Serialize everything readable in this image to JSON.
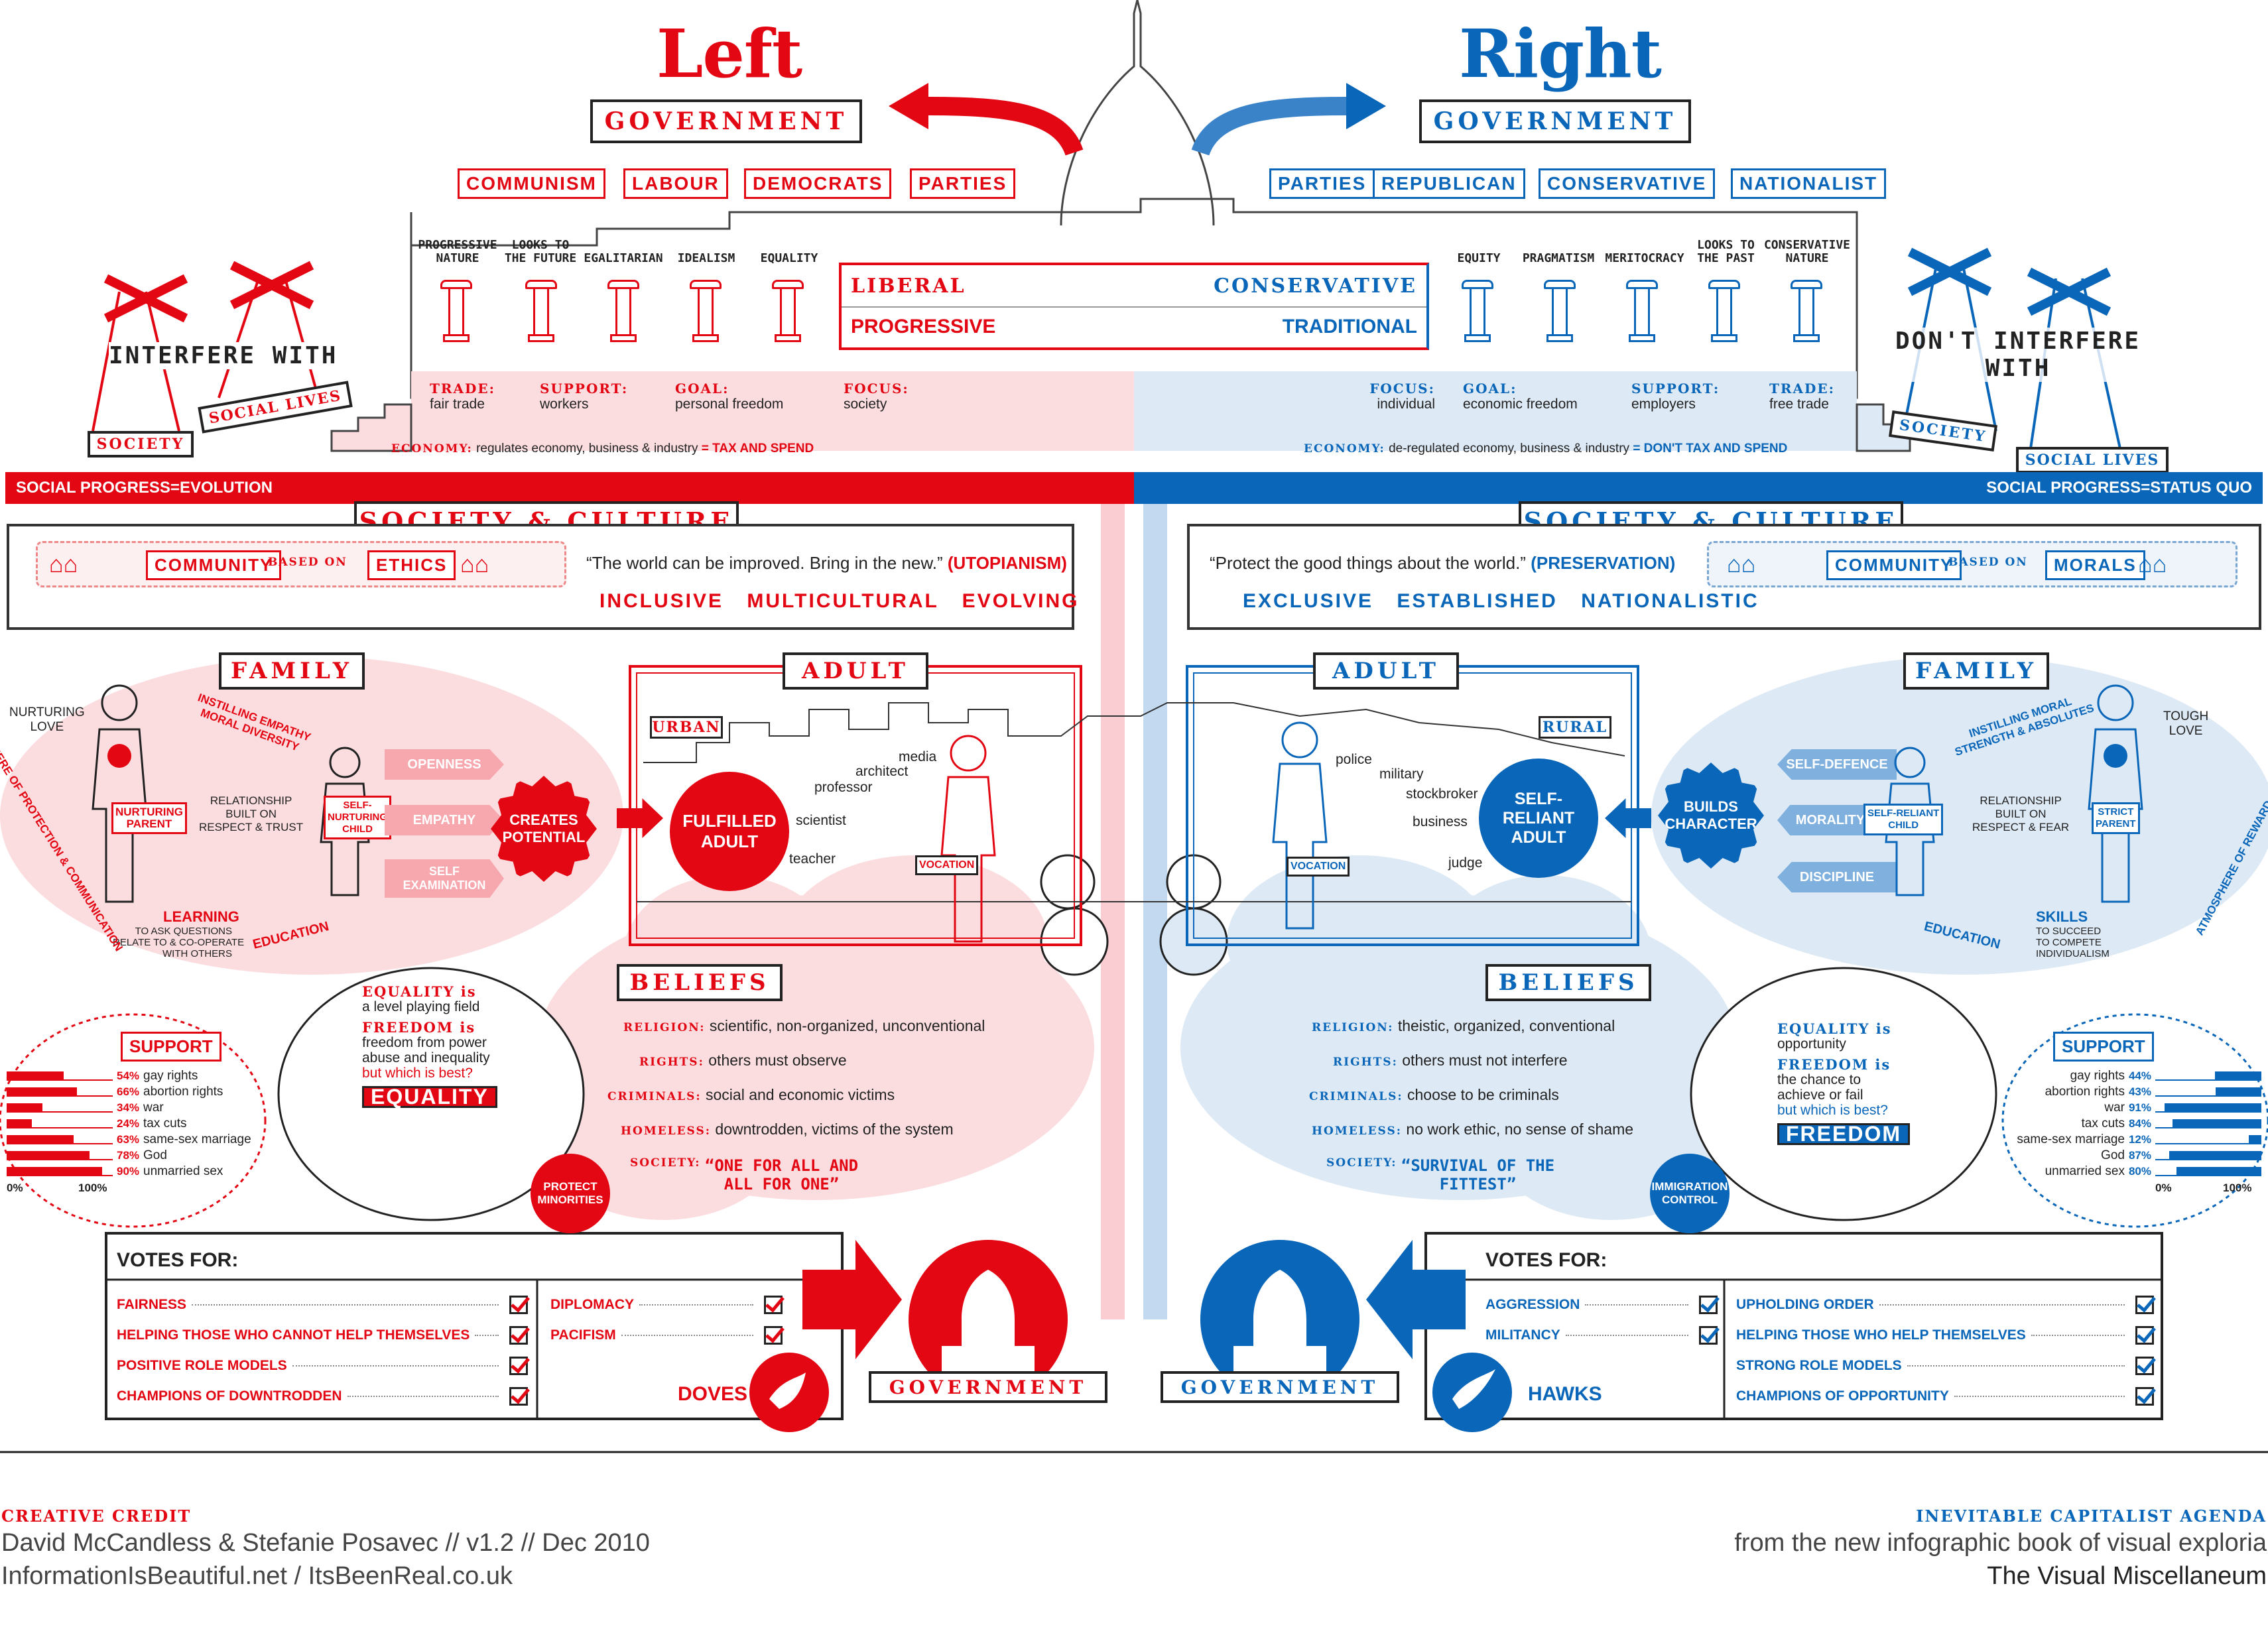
{
  "titles": {
    "left": "Left",
    "right": "Right"
  },
  "government_label": "GOVERNMENT",
  "left_parties": [
    "COMMUNISM",
    "LABOUR",
    "DEMOCRATS",
    "PARTIES"
  ],
  "right_parties": [
    "PARTIES",
    "REPUBLICAN",
    "CONSERVATIVE",
    "NATIONALIST"
  ],
  "left_pillars": [
    "PROGRESSIVE\nNATURE",
    "LOOKS TO\nTHE FUTURE",
    "EGALITARIAN",
    "IDEALISM",
    "EQUALITY"
  ],
  "right_pillars": [
    "EQUITY",
    "PRAGMATISM",
    "MERITOCRACY",
    "LOOKS TO\nTHE PAST",
    "CONSERVATIVE\nNATURE"
  ],
  "center": {
    "liberal": "LIBERAL",
    "conservative": "CONSERVATIVE",
    "progressive": "PROGRESSIVE",
    "traditional": "TRADITIONAL"
  },
  "left_info": [
    {
      "k": "TRADE:",
      "v": "fair trade"
    },
    {
      "k": "SUPPORT:",
      "v": "workers"
    },
    {
      "k": "GOAL:",
      "v": "personal freedom"
    },
    {
      "k": "FOCUS:",
      "v": "society"
    }
  ],
  "right_info": [
    {
      "k": "FOCUS:",
      "v": "individual"
    },
    {
      "k": "GOAL:",
      "v": "economic freedom"
    },
    {
      "k": "SUPPORT:",
      "v": "employers"
    },
    {
      "k": "TRADE:",
      "v": "free trade"
    }
  ],
  "economy": {
    "left_k": "ECONOMY:",
    "left_v": "regulates economy, business & industry",
    "left_h": "= TAX AND SPEND",
    "right_k": "ECONOMY:",
    "right_v": "de-regulated economy, business & industry",
    "right_h": "= DON'T TAX AND SPEND"
  },
  "interfere": {
    "left": "INTERFERE WITH",
    "left_soc": "SOCIETY",
    "left_lives": "SOCIAL LIVES",
    "right": "DON'T INTERFERE\nWITH",
    "right_soc": "SOCIETY",
    "right_lives": "SOCIAL LIVES"
  },
  "social_progress": {
    "left": "SOCIAL PROGRESS=EVOLUTION",
    "right": "SOCIAL PROGRESS=STATUS QUO"
  },
  "society_culture": "SOCIETY & CULTURE",
  "community_left": {
    "community": "COMMUNITY",
    "based": "BASED ON",
    "basis": "ETHICS",
    "quote": "“The world can be improved. Bring in the new.”",
    "quote_tag": "(UTOPIANISM)",
    "words": [
      "INCLUSIVE",
      "MULTICULTURAL",
      "EVOLVING"
    ]
  },
  "community_right": {
    "community": "COMMUNITY",
    "based": "BASED ON",
    "basis": "MORALS",
    "quote": "“Protect the good things about the world.”",
    "quote_tag": "(PRESERVATION)",
    "words": [
      "EXCLUSIVE",
      "ESTABLISHED",
      "NATIONALISTIC"
    ]
  },
  "family_label": "FAMILY",
  "adult_label": "ADULT",
  "beliefs_label": "BELIEFS",
  "family_left": {
    "love": "NURTURING\nLOVE",
    "parent": "NURTURING\nPARENT",
    "instill": "INSTILLING EMPATHY\nMORAL DIVERSITY",
    "relationship": "RELATIONSHIP\nBUILT ON\nRESPECT & TRUST",
    "child": "SELF-\nNURTURING\nCHILD",
    "traits": [
      "OPENNESS",
      "EMPATHY",
      "SELF\nEXAMINATION"
    ],
    "creates": "CREATES\nPOTENTIAL",
    "learning": "LEARNING",
    "learning_sub": "TO ASK QUESTIONS\nRELATE TO & CO-OPERATE\nWITH OTHERS",
    "education": "EDUCATION",
    "atmosphere": "ATMOSPHERE OF PROTECTION & COMMUNICATION"
  },
  "family_right": {
    "love": "TOUGH\nLOVE",
    "parent": "STRICT\nPARENT",
    "instill": "INSTILLING MORAL\nSTRENGTH & ABSOLUTES",
    "relationship": "RELATIONSHIP\nBUILT ON\nRESPECT & FEAR",
    "child": "SELF-RELIANT\nCHILD",
    "traits": [
      "SELF-DEFENCE",
      "MORALITY",
      "DISCIPLINE"
    ],
    "builds": "BUILDS\nCHARACTER",
    "skills": "SKILLS",
    "skills_sub": "TO SUCCEED\nTO COMPETE\nINDIVIDUALISM",
    "education": "EDUCATION",
    "atmosphere": "ATMOSPHERE OF REWARD & PUNISHMENT"
  },
  "adult_left": {
    "place": "URBAN",
    "fulfilled": "FULFILLED\nADULT",
    "jobs": [
      "media",
      "architect",
      "professor",
      "scientist",
      "teacher"
    ],
    "vocation": "VOCATION"
  },
  "adult_right": {
    "place": "RURAL",
    "self": "SELF-\nRELIANT\nADULT",
    "jobs": [
      "police",
      "military",
      "stockbroker",
      "business",
      "judge"
    ],
    "vocation": "VOCATION"
  },
  "beliefs_left": [
    {
      "k": "RELIGION:",
      "v": "scientific, non-organized, unconventional"
    },
    {
      "k": "RIGHTS:",
      "v": "others must observe"
    },
    {
      "k": "CRIMINALS:",
      "v": "social and economic victims"
    },
    {
      "k": "HOMELESS:",
      "v": "downtrodden, victims of the system"
    },
    {
      "k": "SOCIETY:",
      "v": "“ONE FOR ALL AND\nALL FOR ONE”"
    }
  ],
  "beliefs_right": [
    {
      "k": "RELIGION:",
      "v": "theistic, organized, conventional"
    },
    {
      "k": "RIGHTS:",
      "v": "others must not interfere"
    },
    {
      "k": "CRIMINALS:",
      "v": "choose to be criminals"
    },
    {
      "k": "HOMELESS:",
      "v": "no work ethic, no sense of shame"
    },
    {
      "k": "SOCIETY:",
      "v": "“SURVIVAL OF THE\nFITTEST”"
    }
  ],
  "equality_cloud": {
    "eq_k": "EQUALITY is",
    "eq_v": "a level playing field",
    "fr_k": "FREEDOM is",
    "fr_v": "freedom from power\nabuse and inequality",
    "q": "but which is best?",
    "answer": "EQUALITY"
  },
  "freedom_cloud": {
    "eq_k": "EQUALITY is",
    "eq_v": "opportunity",
    "fr_k": "FREEDOM is",
    "fr_v": "the chance to\nachieve or fail",
    "q": "but which is best?",
    "answer": "FREEDOM"
  },
  "protect": "PROTECT\nMINORITIES",
  "immigration": "IMMIGRATION\nCONTROL",
  "support_label": "SUPPORT",
  "support_left": [
    {
      "p": "54%",
      "l": "gay rights",
      "v": 54
    },
    {
      "p": "66%",
      "l": "abortion rights",
      "v": 66
    },
    {
      "p": "34%",
      "l": "war",
      "v": 34
    },
    {
      "p": "24%",
      "l": "tax cuts",
      "v": 24
    },
    {
      "p": "63%",
      "l": "same-sex marriage",
      "v": 63
    },
    {
      "p": "78%",
      "l": "God",
      "v": 78
    },
    {
      "p": "90%",
      "l": "unmarried sex",
      "v": 90
    }
  ],
  "support_right": [
    {
      "p": "44%",
      "l": "gay rights",
      "v": 44
    },
    {
      "p": "43%",
      "l": "abortion rights",
      "v": 43
    },
    {
      "p": "91%",
      "l": "war",
      "v": 91
    },
    {
      "p": "84%",
      "l": "tax cuts",
      "v": 84
    },
    {
      "p": "12%",
      "l": "same-sex marriage",
      "v": 12
    },
    {
      "p": "87%",
      "l": "God",
      "v": 87
    },
    {
      "p": "80%",
      "l": "unmarried sex",
      "v": 80
    }
  ],
  "axis": {
    "zero": "0%",
    "hundred": "100%"
  },
  "votes_label": "VOTES FOR:",
  "votes_left_a": [
    "FAIRNESS",
    "HELPING THOSE WHO CANNOT HELP THEMSELVES",
    "POSITIVE ROLE MODELS",
    "CHAMPIONS OF DOWNTRODDEN"
  ],
  "votes_left_b": [
    "DIPLOMACY",
    "PACIFISM"
  ],
  "votes_right_a": [
    "AGGRESSION",
    "MILITANCY"
  ],
  "votes_right_b": [
    "UPHOLDING ORDER",
    "HELPING THOSE WHO HELP THEMSELVES",
    "STRONG ROLE MODELS",
    "CHAMPIONS OF OPPORTUNITY"
  ],
  "doves": "DOVES",
  "hawks": "HAWKS",
  "footer": {
    "credit_k": "CREATIVE CREDIT",
    "credit_1": "David McCandless & Stefanie Posavec // v1.2 // Dec 2010",
    "credit_2": "InformationIsBeautiful.net / ItsBeenReal.co.uk",
    "agenda": "INEVITABLE CAPITALIST AGENDA",
    "from": "from the new infographic book of visual exploria",
    "book": "The Visual Miscellaneum"
  },
  "colors": {
    "red": "#e30613",
    "blue": "#0a66b8",
    "pink": "#fbdde0",
    "lightblue": "#dde9f5"
  }
}
